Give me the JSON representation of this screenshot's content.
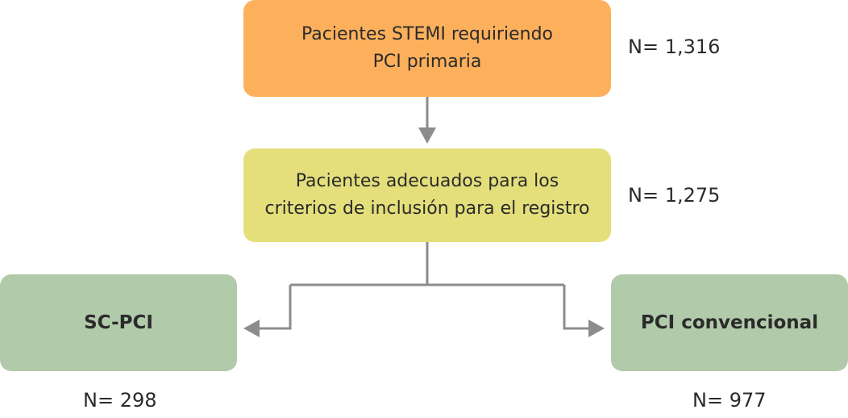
{
  "flow": {
    "top": {
      "line1": "Pacientes STEMI requiriendo",
      "line2": "PCI primaria",
      "count": "N= 1,316",
      "color": "#fdb05c"
    },
    "middle": {
      "line1": "Pacientes adecuados para los",
      "line2": "criterios de inclusión para el registro",
      "count": "N= 1,275",
      "color": "#e4df7b"
    },
    "left": {
      "label": "SC-PCI",
      "count": "N= 298",
      "color": "#b1cbaa"
    },
    "right": {
      "label": "PCI convencional",
      "count": "N= 977",
      "color": "#b1cbaa"
    },
    "connector_color": "#8c8c8c"
  }
}
